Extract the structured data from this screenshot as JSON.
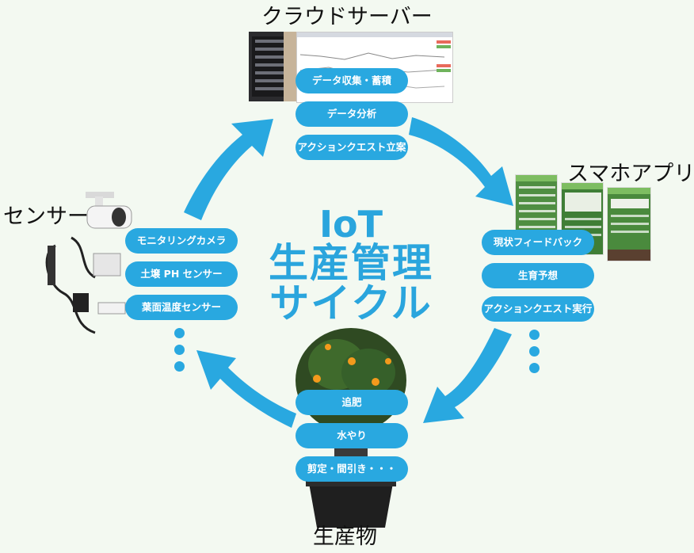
{
  "nodes": {
    "cloud": {
      "title": "クラウドサーバー",
      "pills": [
        "データ収集・蓄積",
        "データ分析",
        "アクションクエスト立案"
      ]
    },
    "app": {
      "title": "スマホアプリ",
      "pills": [
        "現状フィードバック",
        "生育予想",
        "アクションクエスト実行"
      ]
    },
    "plant": {
      "title": "生産物",
      "pills": [
        "追肥",
        "水やり",
        "剪定・間引き・・・"
      ]
    },
    "sensor": {
      "title": "センサー",
      "pills": [
        "モニタリングカメラ",
        "土壌 PH センサー",
        "葉面温度センサー"
      ]
    }
  },
  "center": {
    "line1": "IoT",
    "line2": "生産管理",
    "line3": "サイクル"
  },
  "colors": {
    "accent": "#29a8e0",
    "background": "#f3f9f1",
    "title_text": "#111111"
  }
}
